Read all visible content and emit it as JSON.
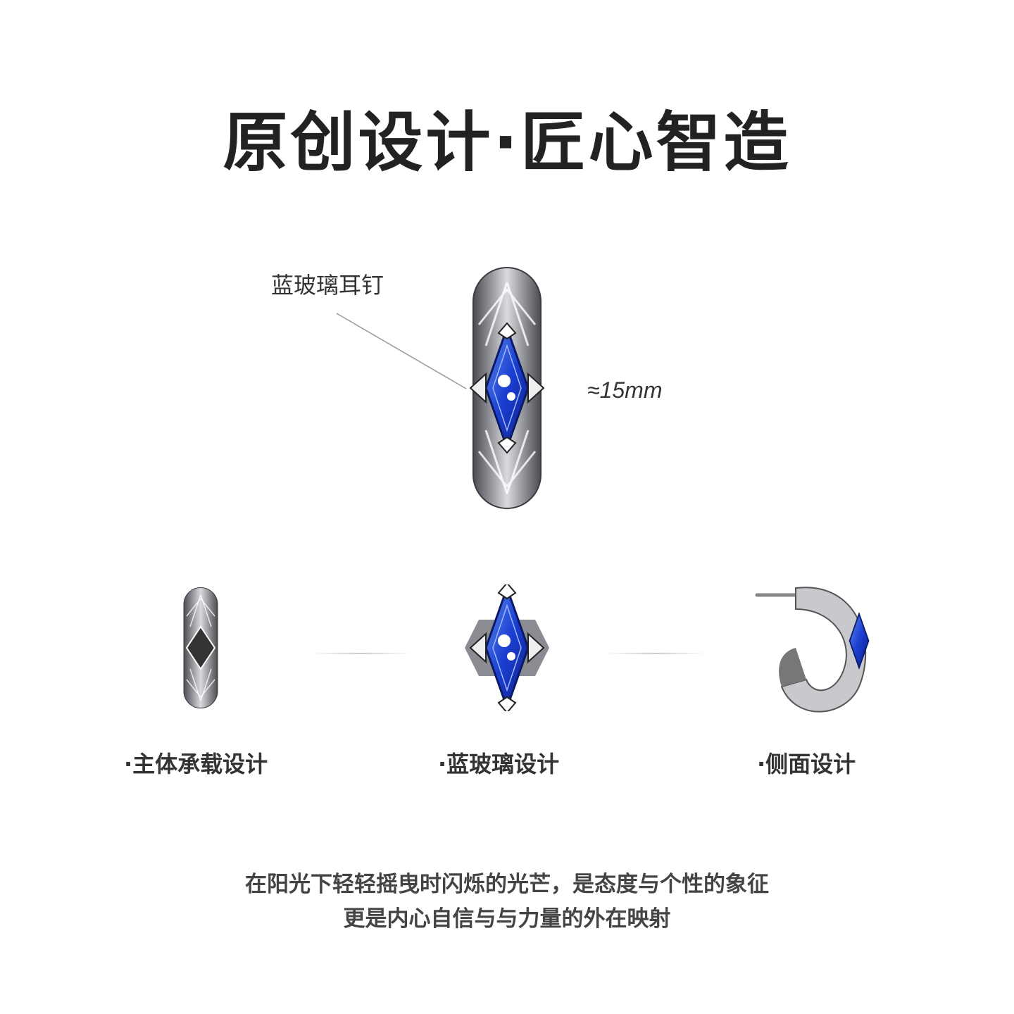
{
  "title": "原创设计·匠心智造",
  "product_label": "蓝玻璃耳钉",
  "size_label": "≈15mm",
  "captions": [
    "·主体承载设计",
    "·蓝玻璃设计",
    "·侧面设计"
  ],
  "description": [
    "在阳光下轻轻摇曳时闪烁的光芒，是态度与个性的象征",
    "更是内心自信与与力量的外在映射"
  ],
  "colors": {
    "gem": "#1f4fd6",
    "metal": "#55585e",
    "text": "#222222"
  }
}
